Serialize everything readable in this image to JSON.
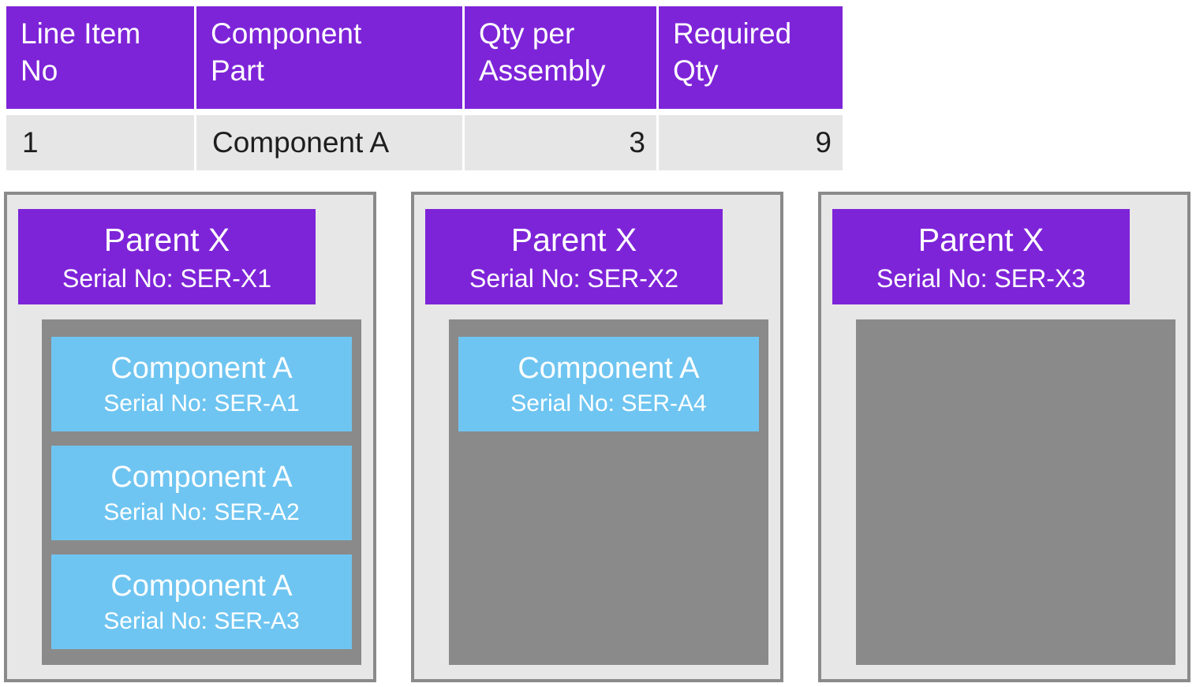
{
  "colors": {
    "purple": "#7E24D8",
    "blue": "#6FC5F1",
    "slot_gray": "#8A8A8A",
    "panel_bg": "#E7E7E7",
    "row_bg": "#E6E6E6"
  },
  "table": {
    "headers": [
      "Line Item\nNo",
      "Component\nPart",
      "Qty per\nAssembly",
      "Required\nQty"
    ],
    "rows": [
      {
        "line_item_no": "1",
        "component_part": "Component A",
        "qty_per_assembly": "3",
        "required_qty": "9"
      }
    ]
  },
  "panels": [
    {
      "title": "Parent X",
      "serial": "Serial No: SER-X1",
      "components": [
        {
          "name": "Component A",
          "serial": "Serial No: SER-A1"
        },
        {
          "name": "Component A",
          "serial": "Serial No: SER-A2"
        },
        {
          "name": "Component A",
          "serial": "Serial No: SER-A3"
        }
      ]
    },
    {
      "title": "Parent X",
      "serial": "Serial No: SER-X2",
      "components": [
        {
          "name": "Component A",
          "serial": "Serial No: SER-A4"
        }
      ]
    },
    {
      "title": "Parent X",
      "serial": "Serial No: SER-X3",
      "components": []
    }
  ]
}
